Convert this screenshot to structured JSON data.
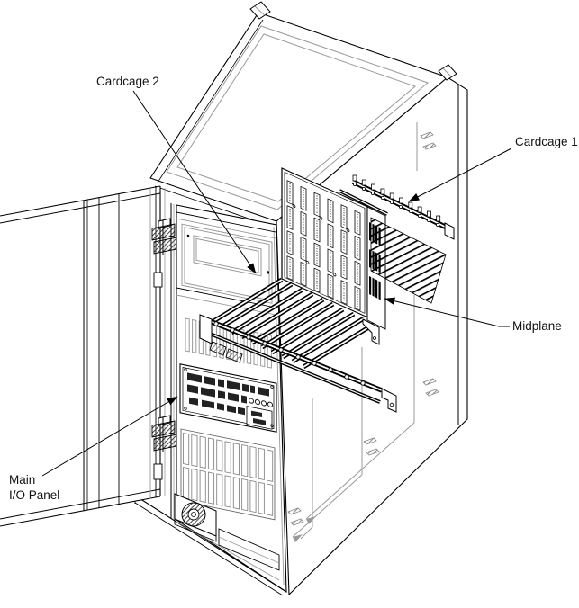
{
  "figure": {
    "background": "#ffffff",
    "ink": "#000000",
    "secondary_line": "#999999"
  },
  "labels": {
    "cardcage2": "Cardcage 2",
    "cardcage1": "Cardcage 1",
    "midplane": "Midplane",
    "main_io_line1": "Main",
    "main_io_line2": "I/O Panel"
  }
}
